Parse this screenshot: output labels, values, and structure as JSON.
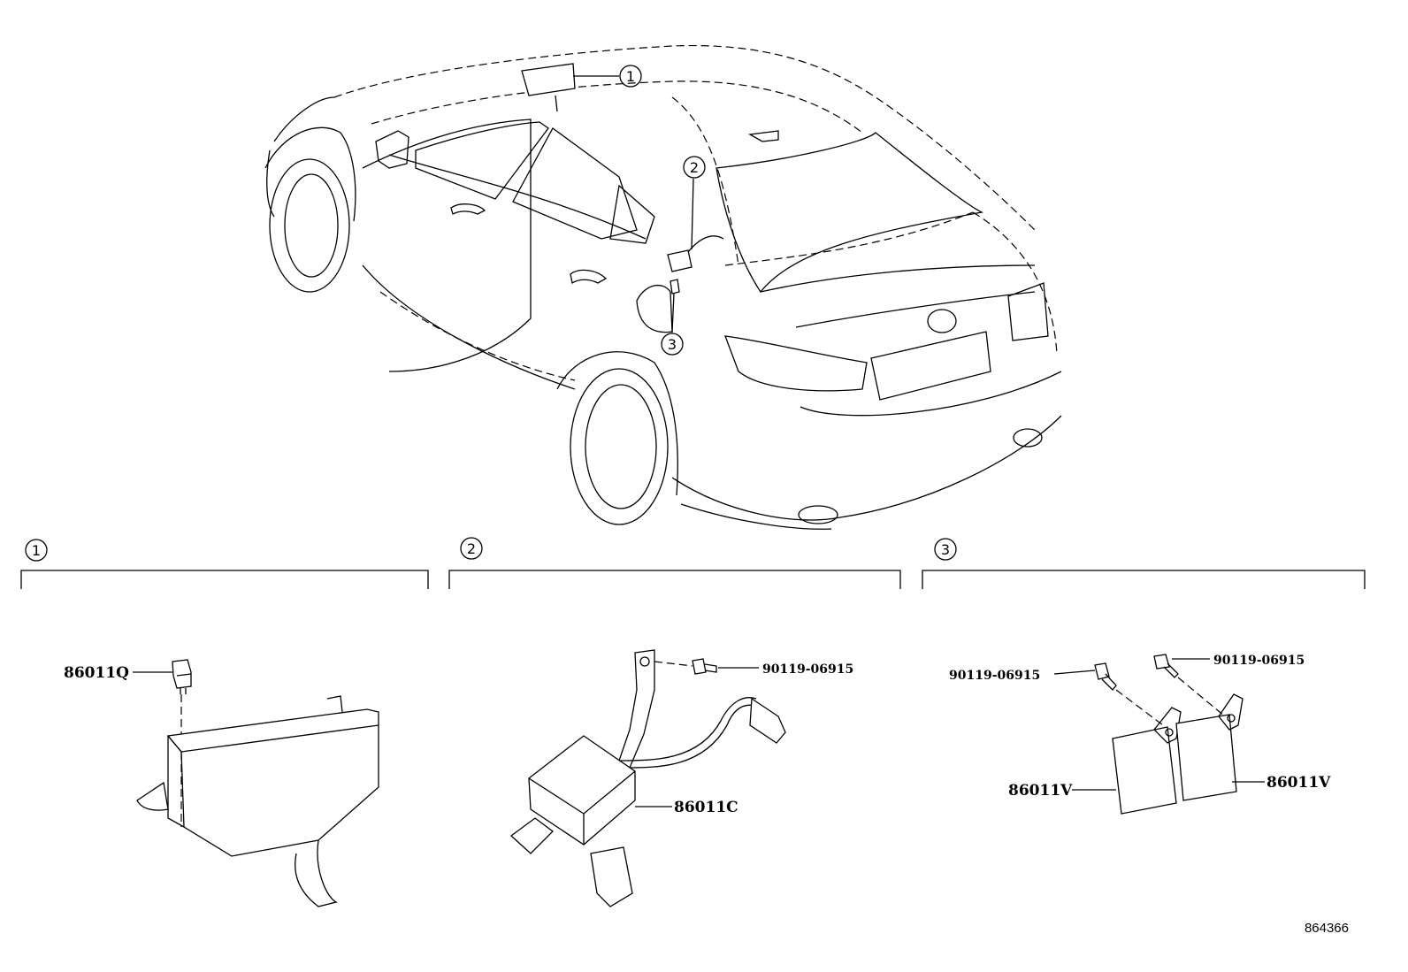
{
  "callouts": {
    "c1": "1",
    "c2": "2",
    "c3": "3"
  },
  "sections": [
    {
      "label": "1"
    },
    {
      "label": "2"
    },
    {
      "label": "3"
    }
  ],
  "parts": {
    "s1_main": "86011Q",
    "s2_bolt": "90119-06915",
    "s2_main": "86011C",
    "s3_bolt_left": "90119-06915",
    "s3_bolt_right": "90119-06915",
    "s3_main_left": "86011V",
    "s3_main_right": "86011V"
  },
  "diagram_ref": "864366",
  "colors": {
    "line": "#000000",
    "background": "#ffffff"
  }
}
